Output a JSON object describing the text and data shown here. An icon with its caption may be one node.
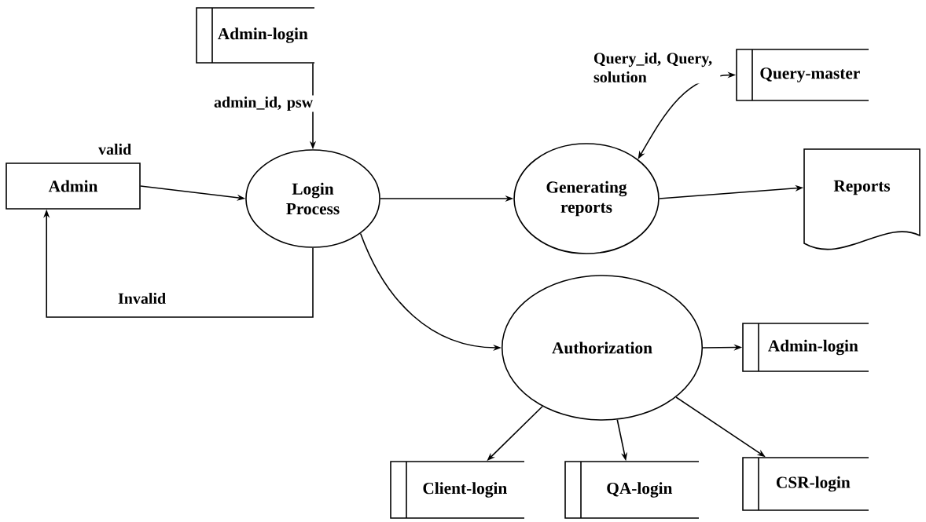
{
  "diagram": {
    "nodes": [
      {
        "text": [
          "Admin-login"
        ]
      },
      {
        "text": [
          "Admin"
        ]
      },
      {
        "text": [
          "Login Process"
        ]
      },
      {
        "text": [
          "Query-master"
        ]
      },
      {
        "text": [
          "Generating reports"
        ]
      },
      {
        "text": [
          "Reports"
        ]
      },
      {
        "text": [
          "Authorization"
        ]
      },
      {
        "text": [
          "Admin-login"
        ]
      },
      {
        "text": [
          "Client-login"
        ]
      },
      {
        "text": [
          "QA-login"
        ]
      },
      {
        "text": [
          "CSR-login"
        ]
      }
    ],
    "edges": [
      {
        "from": 0,
        "to": 2,
        "arrow": "to",
        "label": "admin_id, psw"
      },
      {
        "from": 1,
        "to": 2,
        "arrow": "to",
        "label": "valid"
      },
      {
        "from": 2,
        "to": 1,
        "arrow": "to",
        "label": "Invalid"
      },
      {
        "from": 2,
        "to": 4,
        "arrow": "to"
      },
      {
        "from": 3,
        "to": 4,
        "arrow": "both",
        "label": "Query_id, Query, solution"
      },
      {
        "from": 4,
        "to": 5,
        "arrow": "to"
      },
      {
        "from": 2,
        "to": 6,
        "arrow": "to"
      },
      {
        "from": 6,
        "to": 7,
        "arrow": "to"
      },
      {
        "from": 6,
        "to": 8,
        "arrow": "to"
      },
      {
        "from": 6,
        "to": 9,
        "arrow": "to"
      },
      {
        "from": 6,
        "to": 10,
        "arrow": "to"
      }
    ]
  }
}
